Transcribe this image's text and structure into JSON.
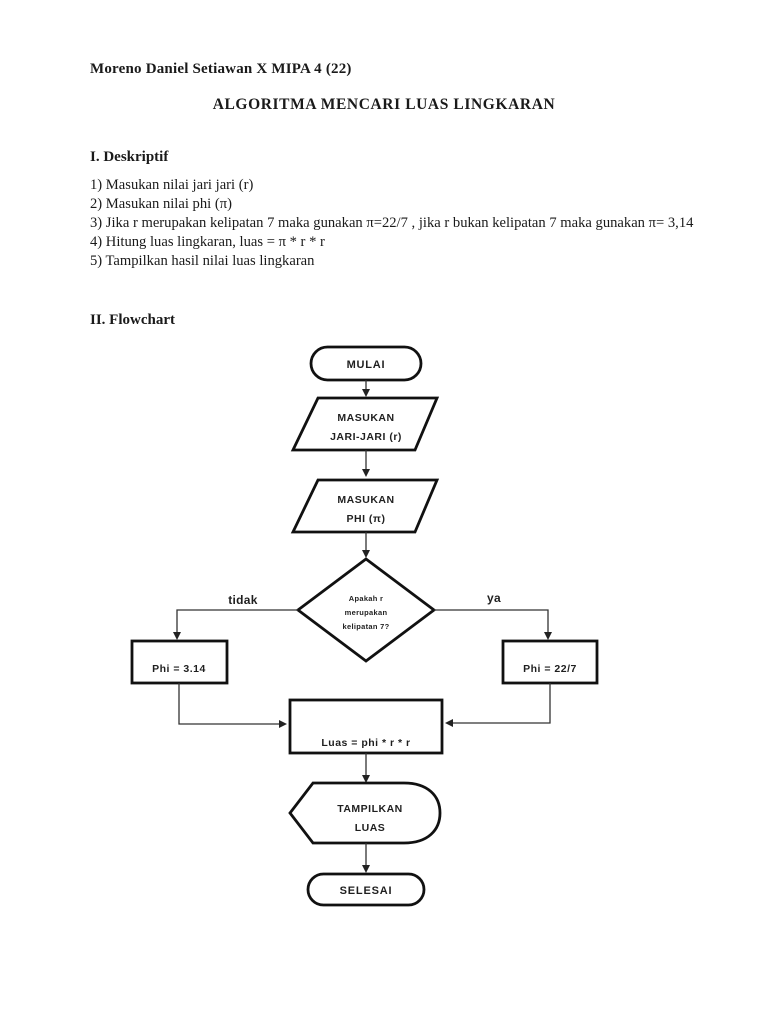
{
  "document": {
    "author_line": "Moreno Daniel Setiawan X MIPA 4 (22)",
    "title": "ALGORITMA MENCARI LUAS LINGKARAN",
    "descriptive_heading": "I. Deskriptif",
    "flowchart_heading": "II. Flowchart",
    "steps": [
      "1) Masukan nilai jari jari (r)",
      "2) Masukan nilai phi (π)",
      "3) Jika r merupakan kelipatan 7 maka gunakan π=22/7 , jika r bukan kelipatan 7 maka gunakan π= 3,14",
      "4) Hitung luas lingkaran, luas = π * r * r",
      "5) Tampilkan hasil nilai luas lingkaran"
    ]
  },
  "flowchart": {
    "start_label": "MULAI",
    "input_radius": {
      "line1": "MASUKAN",
      "line2": "JARI-JARI (r)"
    },
    "input_phi": {
      "line1": "MASUKAN",
      "line2": "PHI (π)"
    },
    "decision": {
      "line1": "Apakah r",
      "line2": "merupakan",
      "line3": "kelipatan 7?"
    },
    "branch_no_label": "tidak",
    "branch_yes_label": "ya",
    "phi_decimal_label": "Phi = 3.14",
    "phi_fraction_label": "Phi = 22/7",
    "process_label": "Luas = phi * r * r",
    "display": {
      "line1": "TAMPILKAN",
      "line2": "LUAS"
    },
    "end_label": "SELESAI"
  },
  "colors": {
    "paper": "#ffffff",
    "ink": "#1a1a1a"
  }
}
